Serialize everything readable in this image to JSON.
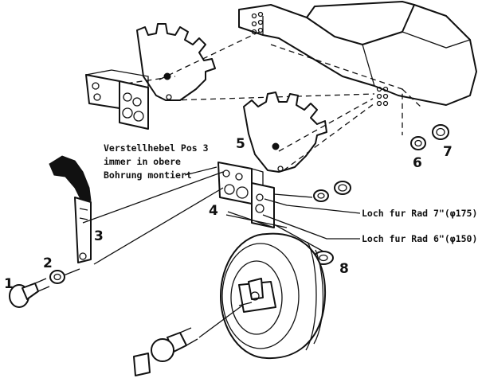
{
  "labels": {
    "p1": "1",
    "p2": "2",
    "p3": "3",
    "p4": "4",
    "p5": "5",
    "p6": "6",
    "p7": "7",
    "p8": "8"
  },
  "note": {
    "line1": "Verstellhebel Pos 3",
    "line2": "immer in obere",
    "line3": "Bohrung montiert"
  },
  "callouts": {
    "hole_7in": "Loch fur Rad 7\"(φ175)",
    "hole_6in": "Loch fur Rad 6\"(φ150)"
  }
}
